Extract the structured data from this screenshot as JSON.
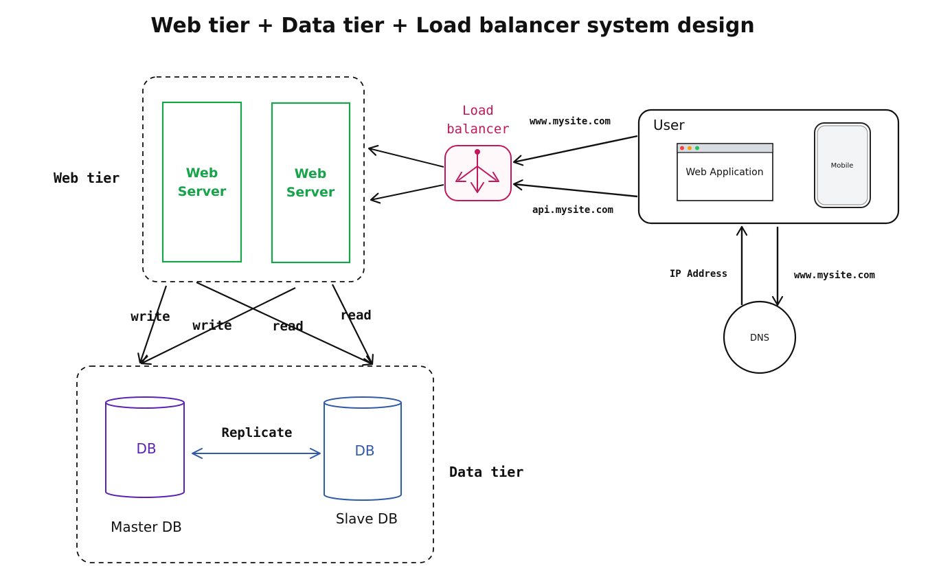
{
  "title": "Web tier + Data tier + Load balancer system design",
  "web_tier": {
    "label": "Web tier",
    "servers": [
      {
        "line1": "Web",
        "line2": "Server"
      },
      {
        "line1": "Web",
        "line2": "Server"
      }
    ]
  },
  "load_balancer": {
    "line1": "Load",
    "line2": "balancer"
  },
  "user": {
    "label": "User",
    "web_app": "Web Application",
    "mobile": "Mobile"
  },
  "dns": {
    "label": "DNS"
  },
  "data_tier": {
    "label": "Data tier",
    "master": {
      "icon_text": "DB",
      "caption": "Master DB"
    },
    "slave": {
      "icon_text": "DB",
      "caption": "Slave DB"
    },
    "replicate": "Replicate"
  },
  "edges": {
    "www_user": "www.mysite.com",
    "api_user": "api.mysite.com",
    "ip_address": "IP Address",
    "www_dns": "www.mysite.com",
    "write_left": "write",
    "write_center": "write",
    "read_center": "read",
    "read_right": "read"
  },
  "colors": {
    "server": "#16a34a",
    "load_balancer": "#c2185b",
    "master_db": "#5b21b6",
    "slave_db": "#2f5aa8"
  }
}
